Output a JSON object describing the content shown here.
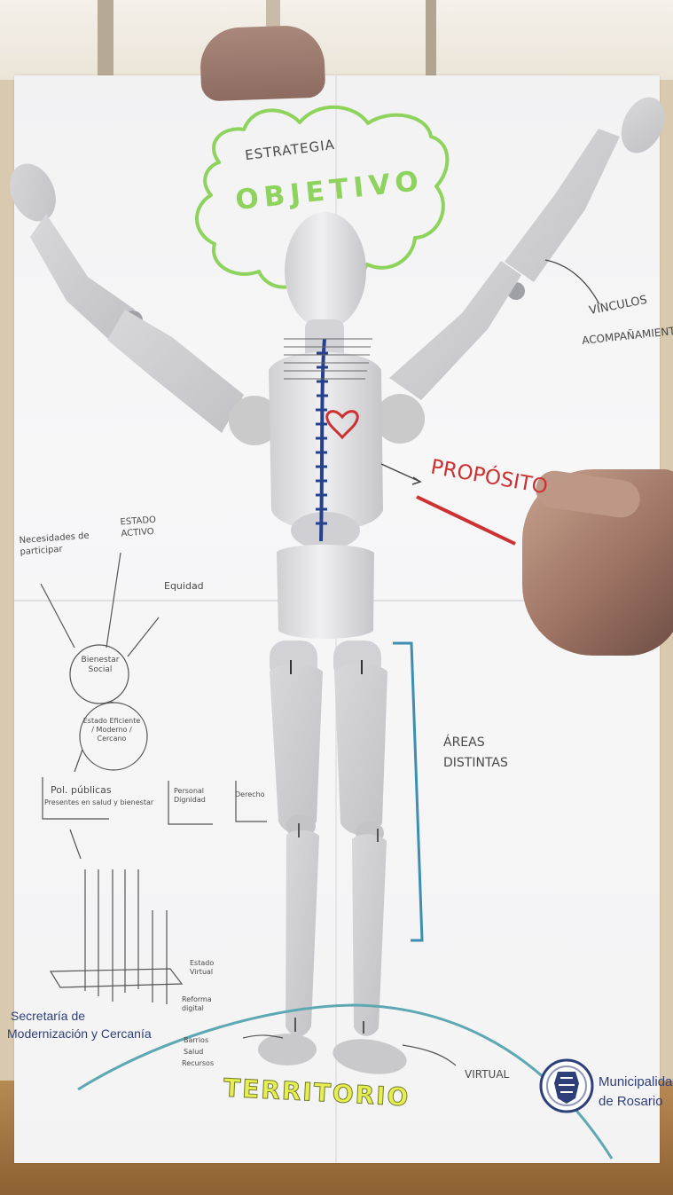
{
  "poster": {
    "bubble_top": "ESTRATEGIA",
    "bubble_main": "OBJETIVO",
    "right_upper": [
      "VÍNCULOS",
      "ACOMPAÑAMIENTO"
    ],
    "proposito": "PROPÓSITO",
    "areas": [
      "ÁREAS",
      "DISTINTAS"
    ],
    "left_top": "Necesidades de participar",
    "left_estado": "ESTADO ACTIVO",
    "left_equidad": "Equidad",
    "circle_1": "Bienestar Social",
    "circle_2": "Estado Eficiente / Moderno / Cercano",
    "left_politicas": "Pol. públicas",
    "left_politicas_sub": "Presentes en salud y bienestar",
    "box_small_1": "Personal Dignidad",
    "box_small_2": "Derecho",
    "bottom_left_notes": [
      "Estado Virtual",
      "Reforma digital",
      "Barrios",
      "Salud",
      "Recursos"
    ],
    "virtual": "VIRTUAL",
    "territorio": "TERRITORIO",
    "secretaria": [
      "Secretaría de",
      "Modernización y Cercanía"
    ],
    "municipalidad": [
      "Municipalidad",
      "de Rosario"
    ]
  },
  "colors": {
    "bubble_green": "#8ed35d",
    "spine_blue": "#26408e",
    "heart_red": "#cd3131",
    "bracket_teal": "#3c8fb1",
    "territorio_yellow": "#e6ef50",
    "curve_teal": "#5ea8b4",
    "printed_blue": "#2f3f79"
  }
}
